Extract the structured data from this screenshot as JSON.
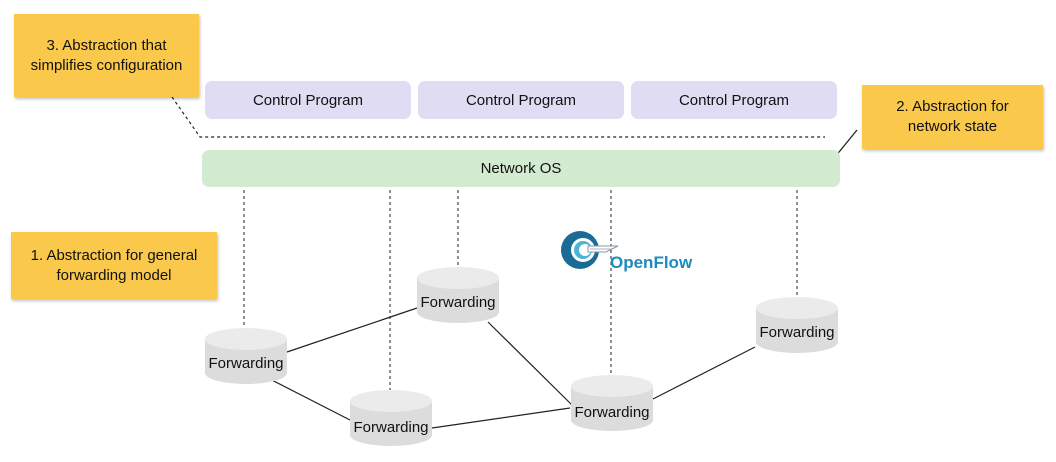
{
  "notes": {
    "config": "3. Abstraction that\nsimplifies configuration",
    "state": "2. Abstraction for\nnetwork state",
    "forwarding": "1. Abstraction for general\nforwarding model"
  },
  "control_programs": [
    "Control Program",
    "Control Program",
    "Control Program"
  ],
  "network_os": "Network OS",
  "openflow": "OpenFlow",
  "switches": [
    "Forwarding",
    "Forwarding",
    "Forwarding",
    "Forwarding",
    "Forwarding"
  ]
}
